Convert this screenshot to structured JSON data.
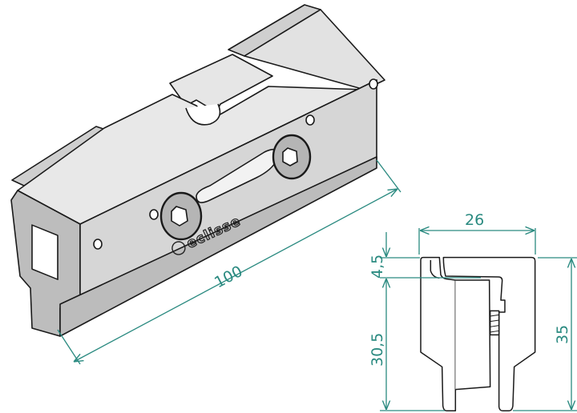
{
  "colors": {
    "dimension": "#2a8a80",
    "outline": "#1a1a1a",
    "metal_light": "#e4e4e4",
    "metal_mid": "#cfcfcf",
    "metal_dark": "#a9a9a9"
  },
  "iso_view": {
    "logo_text": "eclisse",
    "length_label": "100"
  },
  "section_view": {
    "width_label": "26",
    "top_label": "4,5",
    "lower_label": "30,5",
    "height_label": "35"
  }
}
